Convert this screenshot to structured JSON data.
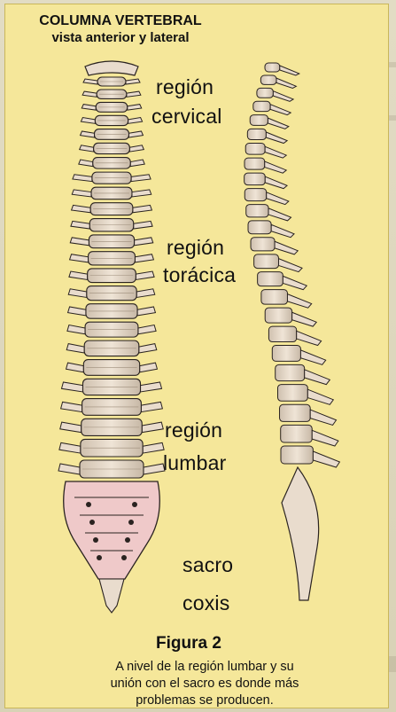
{
  "figure": {
    "title": "COLUMNA VERTEBRAL",
    "subtitle": "vista anterior y lateral",
    "regions": {
      "cervical_line1": "región",
      "cervical_line2": "cervical",
      "thoracic_line1": "región",
      "thoracic_line2": "torácica",
      "lumbar_line1": "región",
      "lumbar_line2": "lumbar",
      "sacrum": "sacro",
      "coccyx": "coxis"
    },
    "label": "Figura 2",
    "caption_line1": "A nivel de la región lumbar y su",
    "caption_line2": "unión con el sacro es donde más",
    "caption_line3": "problemas se producen."
  },
  "colors": {
    "panel_background": "#f5e79a",
    "bone": "#e9dccd",
    "sacrum_pink": "#efc9c9",
    "ink": "#2a2320"
  }
}
